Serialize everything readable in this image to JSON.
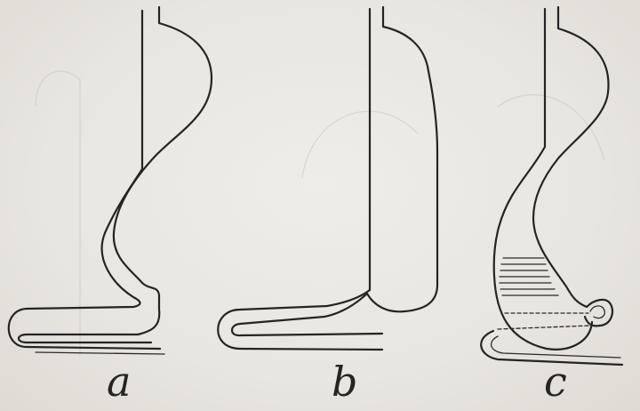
{
  "figures": [
    {
      "id": "a",
      "label": "a"
    },
    {
      "id": "b",
      "label": "b"
    },
    {
      "id": "c",
      "label": "c"
    }
  ],
  "colors": {
    "paper": "#e9e7e1",
    "ink": "#262422"
  }
}
